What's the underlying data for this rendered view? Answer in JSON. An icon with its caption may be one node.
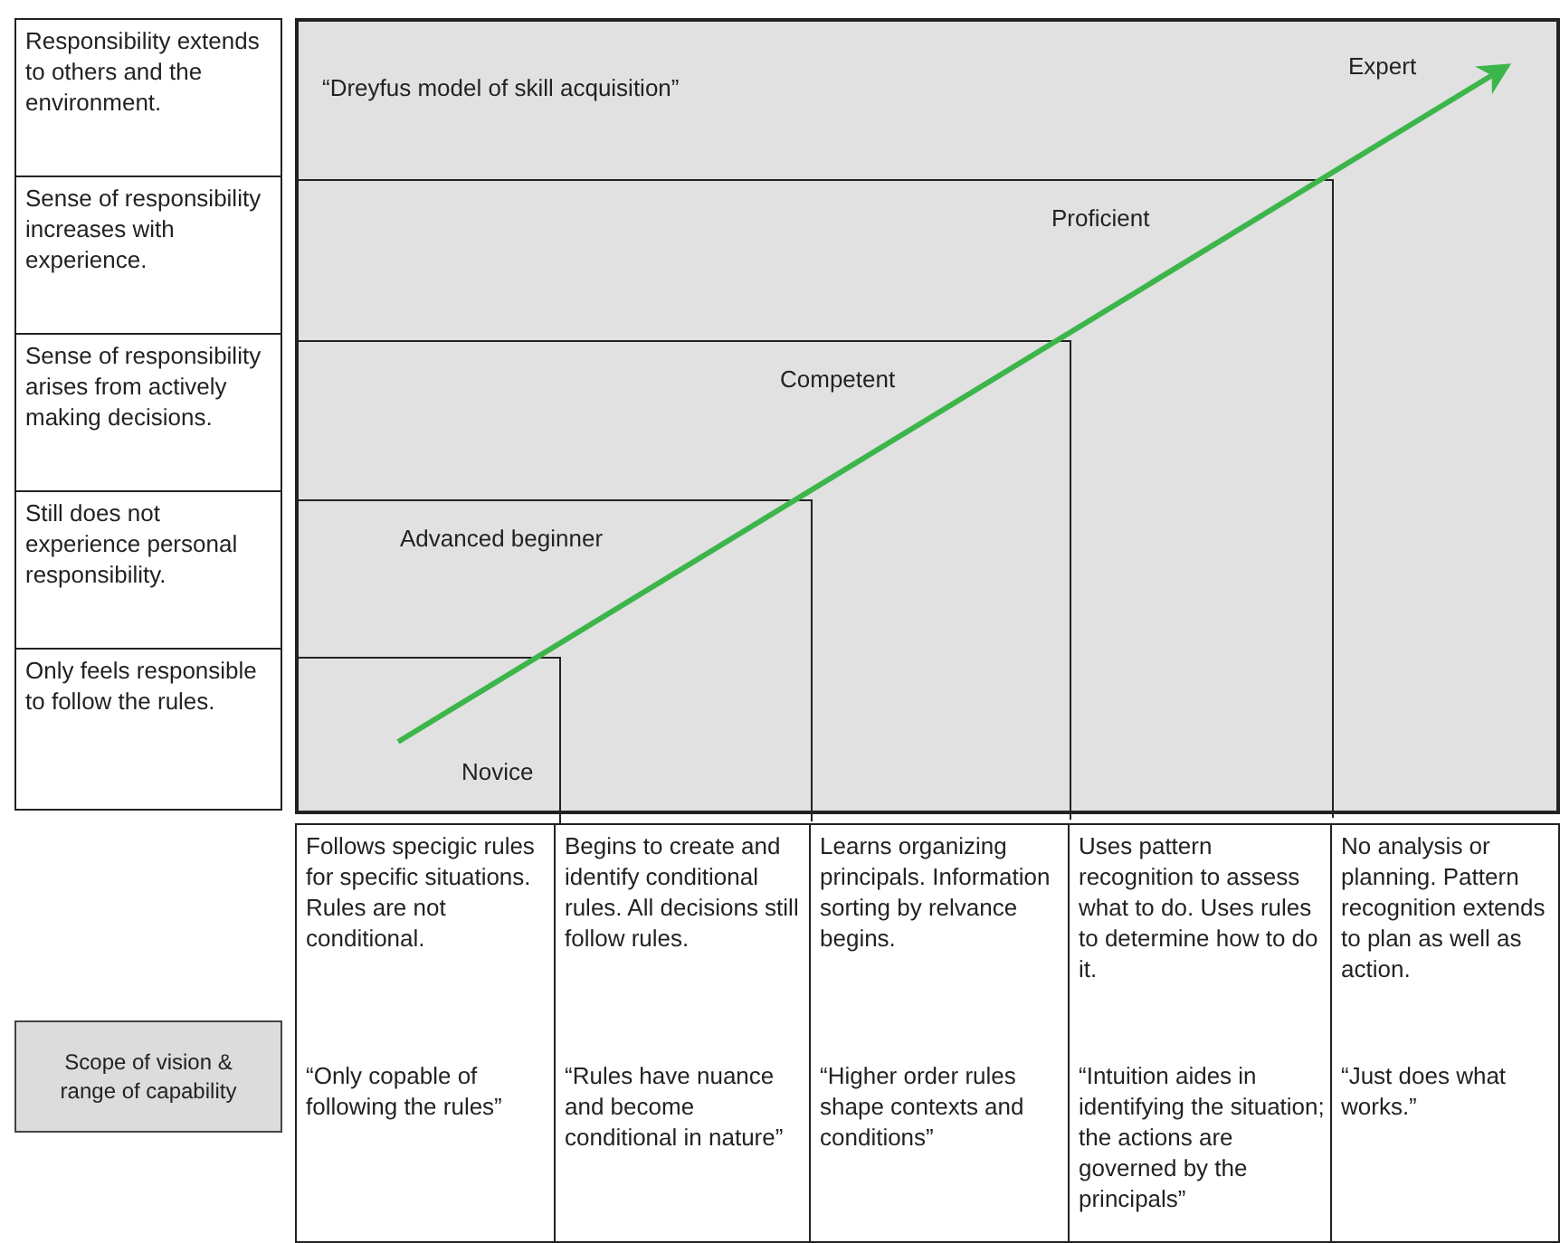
{
  "diagram": {
    "nodes": [
      {
        "text": [
          "Responsibility extends to others and the environment."
        ]
      },
      {
        "text": [
          "Sense of responsibility increases with experience."
        ]
      },
      {
        "text": [
          "Sense of responsibility arises from actively making decisions."
        ]
      },
      {
        "text": [
          "Still does not experience personal responsibility."
        ]
      },
      {
        "text": [
          "Only feels responsible to follow the rules."
        ]
      },
      {
        "text": [
          "“Dreyfus model of skill acquisition”",
          "Expert"
        ]
      },
      {
        "text": [
          "Proficient"
        ],
        "in": 5
      },
      {
        "text": [
          "Competent"
        ],
        "in": 6
      },
      {
        "text": [
          "Advanced beginner"
        ],
        "in": 7
      },
      {
        "text": [
          "Novice"
        ],
        "in": 8
      },
      {
        "text": [
          "Scope of vision & range of capability"
        ]
      },
      {
        "text": [
          "Follows specigic rules for specific situations. Rules are not conditional.",
          "“Only copable of following the rules”"
        ]
      },
      {
        "text": [
          "Begins to create and identify conditional rules. All decisions still follow rules.",
          "“Rules have nuance and become conditional in nature”"
        ]
      },
      {
        "text": [
          "Learns organizing principals. Information sorting by relvance begins.",
          "“Higher order rules shape contexts and conditions”"
        ]
      },
      {
        "text": [
          "Uses pattern recognition to assess what to do. Uses rules to determine how to do it.",
          "“Intuition aides in identifying the situation; the actions are governed by the principals”"
        ]
      },
      {
        "text": [
          "No analysis or planning. Pattern recognition extends to plan as well as action.",
          "“Just does what works.”"
        ]
      }
    ]
  }
}
